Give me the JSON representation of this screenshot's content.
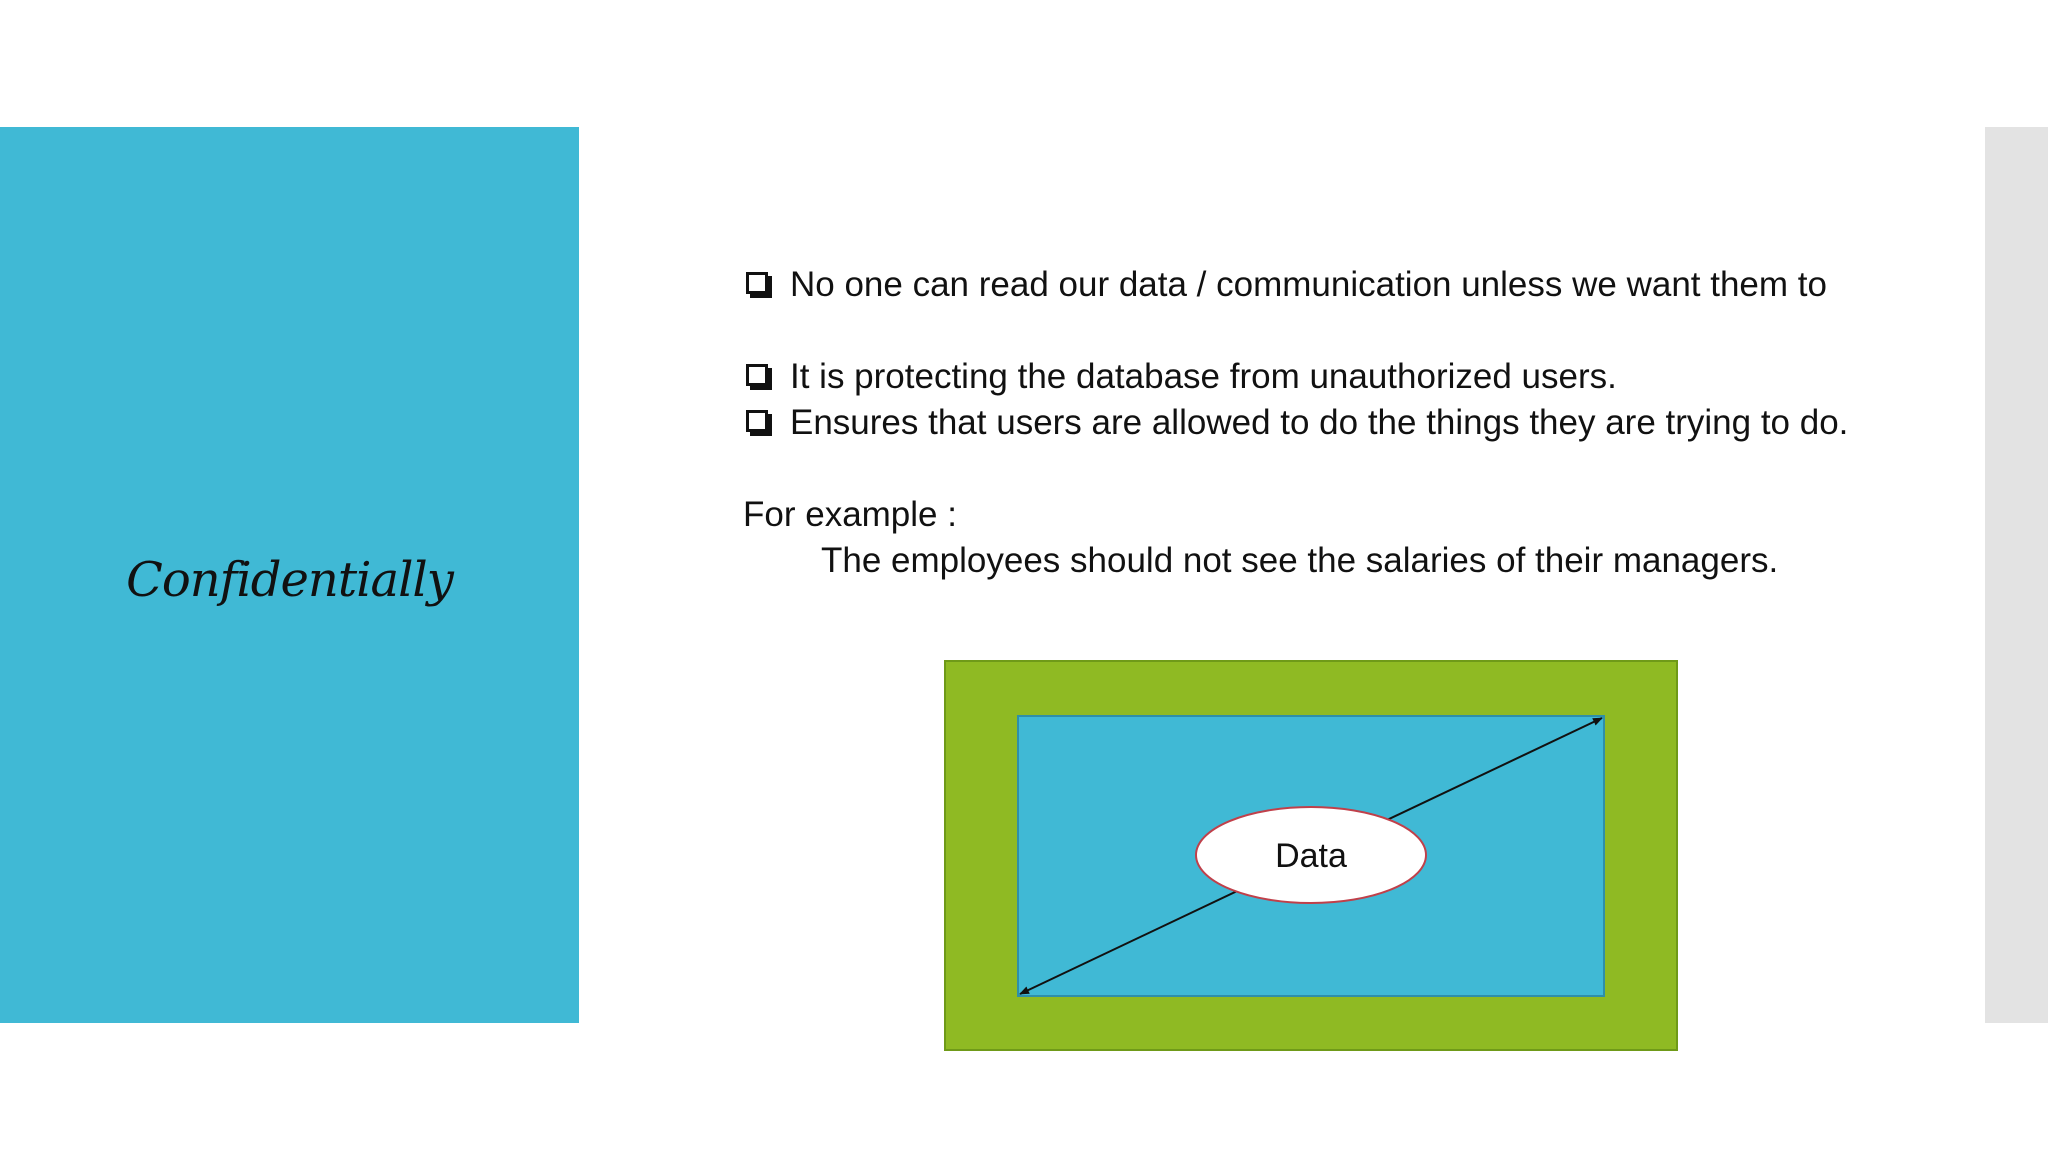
{
  "slide": {
    "title": "Confidentially",
    "bullets": [
      "No one can read our data / communication unless we want them to",
      "It is protecting the database from unauthorized users.",
      "Ensures that users are allowed to do the things they are trying to do."
    ],
    "example_label": "For example :",
    "example_text": "The employees should not see the salaries of their managers."
  },
  "diagram": {
    "center_label": "Data"
  },
  "colors": {
    "panel_blue": "#40b9d5",
    "outer_green": "#8fba23",
    "inner_blue": "#40b9d5",
    "ellipse_border": "#c0404a",
    "side_strip_gray": "#e3e3e3"
  }
}
